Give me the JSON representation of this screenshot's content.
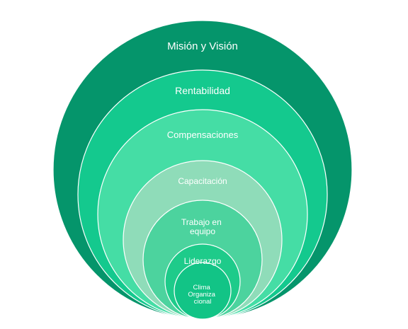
{
  "diagram": {
    "type": "nested-circles",
    "colors": {
      "level1": "#05956b",
      "level2": "#14c98e",
      "level3": "#45dda5",
      "level4": "#8fdcb9",
      "level5": "#4cd39e",
      "level6": "#1ecb8a",
      "level7": "#12c486"
    },
    "levels": [
      {
        "label": "Misión y Visión"
      },
      {
        "label": "Rentabilidad"
      },
      {
        "label": "Compensaciones"
      },
      {
        "label": "Capacitación"
      },
      {
        "label_lines": [
          "Trabajo en",
          "equipo"
        ]
      },
      {
        "label": "Liderazgo"
      },
      {
        "label_lines": [
          "Clima",
          "Organiza",
          "cional"
        ]
      }
    ]
  }
}
